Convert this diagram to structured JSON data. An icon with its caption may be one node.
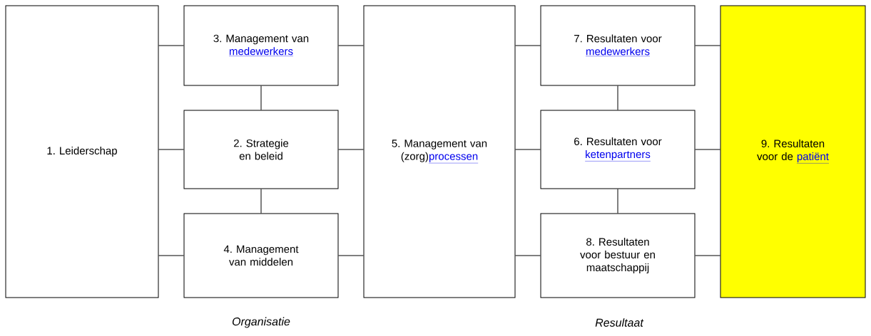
{
  "diagram": {
    "nodes": [
      {
        "text": [
          "1. Leiderschap"
        ]
      },
      {
        "text": [
          "3. Management van",
          "medewerkers"
        ]
      },
      {
        "text": [
          "2. Strategie en beleid"
        ]
      },
      {
        "text": [
          "4. Management van middelen"
        ]
      },
      {
        "text": [
          "5. Management van (zorg)",
          "processen"
        ]
      },
      {
        "text": [
          "7. Resultaten voor",
          "medewerkers"
        ]
      },
      {
        "text": [
          "6. Resultaten voor",
          "ketenpartners"
        ]
      },
      {
        "text": [
          "8. Resultaten voor bestuur en maatschappij"
        ]
      },
      {
        "text": [
          "9. Resultaten voor de",
          "patiënt"
        ]
      }
    ],
    "edges": [
      {
        "from": 0,
        "to": 1,
        "arrow": "none"
      },
      {
        "from": 0,
        "to": 2,
        "arrow": "none"
      },
      {
        "from": 0,
        "to": 3,
        "arrow": "none"
      },
      {
        "from": 1,
        "to": 2,
        "arrow": "none"
      },
      {
        "from": 2,
        "to": 3,
        "arrow": "none"
      },
      {
        "from": 1,
        "to": 4,
        "arrow": "none"
      },
      {
        "from": 2,
        "to": 4,
        "arrow": "none"
      },
      {
        "from": 3,
        "to": 4,
        "arrow": "none"
      },
      {
        "from": 4,
        "to": 5,
        "arrow": "none"
      },
      {
        "from": 4,
        "to": 6,
        "arrow": "none"
      },
      {
        "from": 4,
        "to": 7,
        "arrow": "none"
      },
      {
        "from": 5,
        "to": 6,
        "arrow": "none"
      },
      {
        "from": 6,
        "to": 7,
        "arrow": "none"
      },
      {
        "from": 5,
        "to": 8,
        "arrow": "none"
      },
      {
        "from": 6,
        "to": 8,
        "arrow": "none"
      },
      {
        "from": 7,
        "to": 8,
        "arrow": "none"
      }
    ],
    "labels": [
      "Organisatie",
      "Resultaat"
    ]
  }
}
